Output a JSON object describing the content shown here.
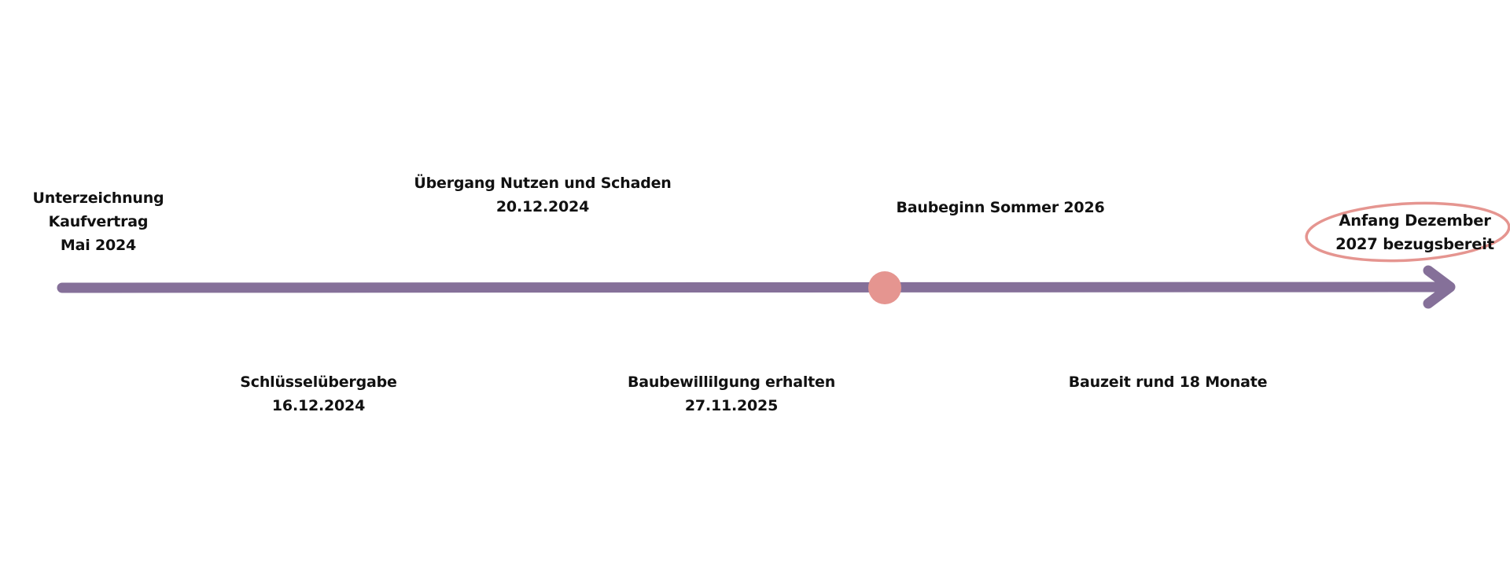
{
  "timeline": {
    "colors": {
      "line": "#857099",
      "marker": "#e59590",
      "highlight_ring": "#e59590",
      "text": "#111111",
      "background": "#ffffff"
    },
    "current_marker": {
      "label": "current-position",
      "after_milestone": "Baubewilligung erhalten 27.11.2025"
    },
    "milestones": [
      {
        "position": "above",
        "lines": [
          "Unterzeichnung",
          "Kaufvertrag",
          "Mai 2024"
        ]
      },
      {
        "position": "below",
        "lines": [
          "Schlüsselübergabe",
          "16.12.2024"
        ]
      },
      {
        "position": "above",
        "lines": [
          "Übergang Nutzen und Schaden",
          "20.12.2024"
        ]
      },
      {
        "position": "below",
        "lines": [
          "Baubewillilgung erhalten",
          "27.11.2025"
        ]
      },
      {
        "position": "above",
        "lines": [
          "Baubeginn Sommer 2026"
        ]
      },
      {
        "position": "below",
        "lines": [
          "Bauzeit rund 18 Monate"
        ]
      },
      {
        "position": "above",
        "highlighted": true,
        "lines": [
          "Anfang Dezember",
          "2027 bezugsbereit"
        ]
      }
    ]
  }
}
